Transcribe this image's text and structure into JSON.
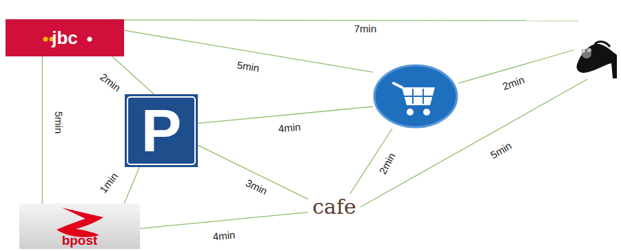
{
  "diagram": {
    "nodes": [
      {
        "text": [
          "jbc"
        ]
      },
      {
        "text": []
      },
      {
        "text": [
          "P"
        ]
      },
      {
        "text": []
      },
      {
        "text": [
          "cafe"
        ]
      },
      {
        "text": [
          "bpost"
        ]
      }
    ],
    "edges": [
      {
        "from": 0,
        "to": 1,
        "label": "7min",
        "arrow": "none"
      },
      {
        "from": 0,
        "to": 3,
        "label": "5min",
        "arrow": "none"
      },
      {
        "from": 0,
        "to": 2,
        "label": "2min",
        "arrow": "none"
      },
      {
        "from": 0,
        "to": 5,
        "label": "5min",
        "arrow": "none"
      },
      {
        "from": 2,
        "to": 3,
        "label": "4min",
        "arrow": "none"
      },
      {
        "from": 2,
        "to": 5,
        "label": "1min",
        "arrow": "none"
      },
      {
        "from": 2,
        "to": 4,
        "label": "3min",
        "arrow": "none"
      },
      {
        "from": 3,
        "to": 1,
        "label": "2min",
        "arrow": "none"
      },
      {
        "from": 3,
        "to": 4,
        "label": "2min",
        "arrow": "none"
      },
      {
        "from": 4,
        "to": 1,
        "label": "5min",
        "arrow": "none"
      },
      {
        "from": 5,
        "to": 4,
        "label": "4min",
        "arrow": "none"
      }
    ]
  }
}
